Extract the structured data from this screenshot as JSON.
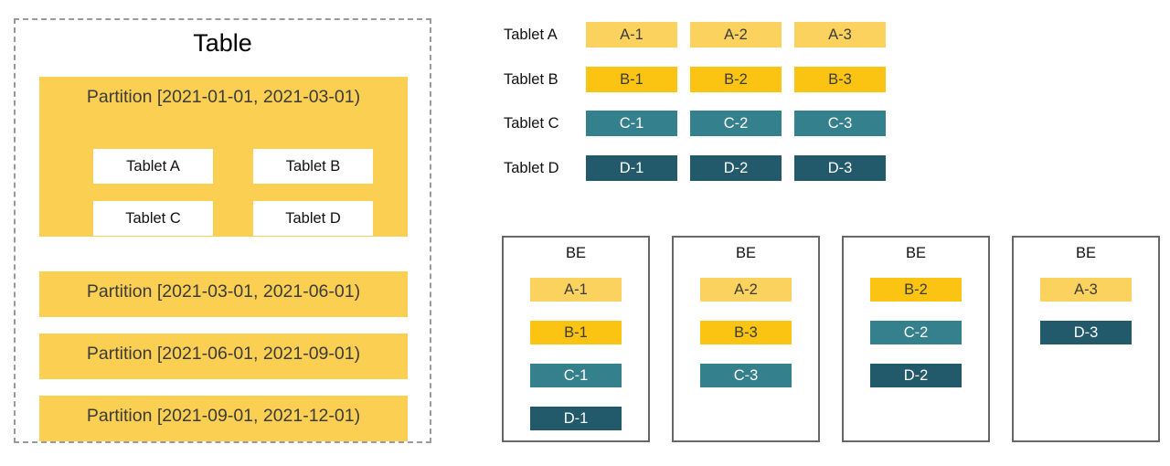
{
  "colors": {
    "tablet_a": "#fbd25e",
    "tablet_b": "#fbc412",
    "tablet_c": "#35808d",
    "tablet_d": "#225a6c",
    "partition_bg": "#fbcf52",
    "dashed_border": "#9a9a9a",
    "be_border": "#676767"
  },
  "table_panel": {
    "title": "Table",
    "partitions": [
      {
        "label": "Partition [2021-01-01, 2021-03-01)",
        "tablets": [
          "Tablet A",
          "Tablet B",
          "Tablet C",
          "Tablet D"
        ]
      },
      {
        "label": "Partition [2021-03-01, 2021-06-01)",
        "tablets": []
      },
      {
        "label": "Partition [2021-06-01, 2021-09-01)",
        "tablets": []
      },
      {
        "label": "Partition [2021-09-01, 2021-12-01)",
        "tablets": []
      }
    ]
  },
  "tablet_rows": [
    {
      "label": "Tablet A",
      "color_key": "c-a",
      "replicas": [
        "A-1",
        "A-2",
        "A-3"
      ]
    },
    {
      "label": "Tablet B",
      "color_key": "c-b",
      "replicas": [
        "B-1",
        "B-2",
        "B-3"
      ]
    },
    {
      "label": "Tablet C",
      "color_key": "c-c",
      "replicas": [
        "C-1",
        "C-2",
        "C-3"
      ]
    },
    {
      "label": "Tablet D",
      "color_key": "c-d",
      "replicas": [
        "D-1",
        "D-2",
        "D-3"
      ]
    }
  ],
  "be_nodes": [
    {
      "title": "BE",
      "replicas": [
        {
          "label": "A-1",
          "color_key": "c-a"
        },
        {
          "label": "B-1",
          "color_key": "c-b"
        },
        {
          "label": "C-1",
          "color_key": "c-c"
        },
        {
          "label": "D-1",
          "color_key": "c-d"
        }
      ]
    },
    {
      "title": "BE",
      "replicas": [
        {
          "label": "A-2",
          "color_key": "c-a"
        },
        {
          "label": "B-3",
          "color_key": "c-b"
        },
        {
          "label": "C-3",
          "color_key": "c-c"
        }
      ]
    },
    {
      "title": "BE",
      "replicas": [
        {
          "label": "B-2",
          "color_key": "c-b"
        },
        {
          "label": "C-2",
          "color_key": "c-c"
        },
        {
          "label": "D-2",
          "color_key": "c-d"
        }
      ]
    },
    {
      "title": "BE",
      "replicas": [
        {
          "label": "A-3",
          "color_key": "c-a"
        },
        {
          "label": "D-3",
          "color_key": "c-d"
        }
      ]
    }
  ]
}
